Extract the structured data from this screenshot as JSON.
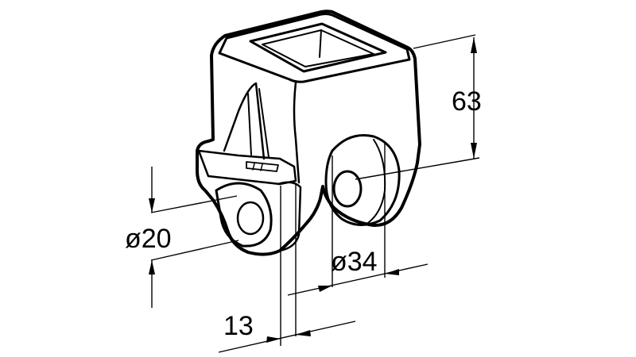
{
  "drawing": {
    "dimensions": {
      "height": "63",
      "small_diameter": "ø20",
      "large_diameter": "ø34",
      "offset": "13"
    },
    "colors": {
      "body": "#6e6e6e",
      "body_dark": "#4a4a4a",
      "body_light": "#9a9a9a",
      "ink": "#000000",
      "background": "#ffffff"
    }
  }
}
